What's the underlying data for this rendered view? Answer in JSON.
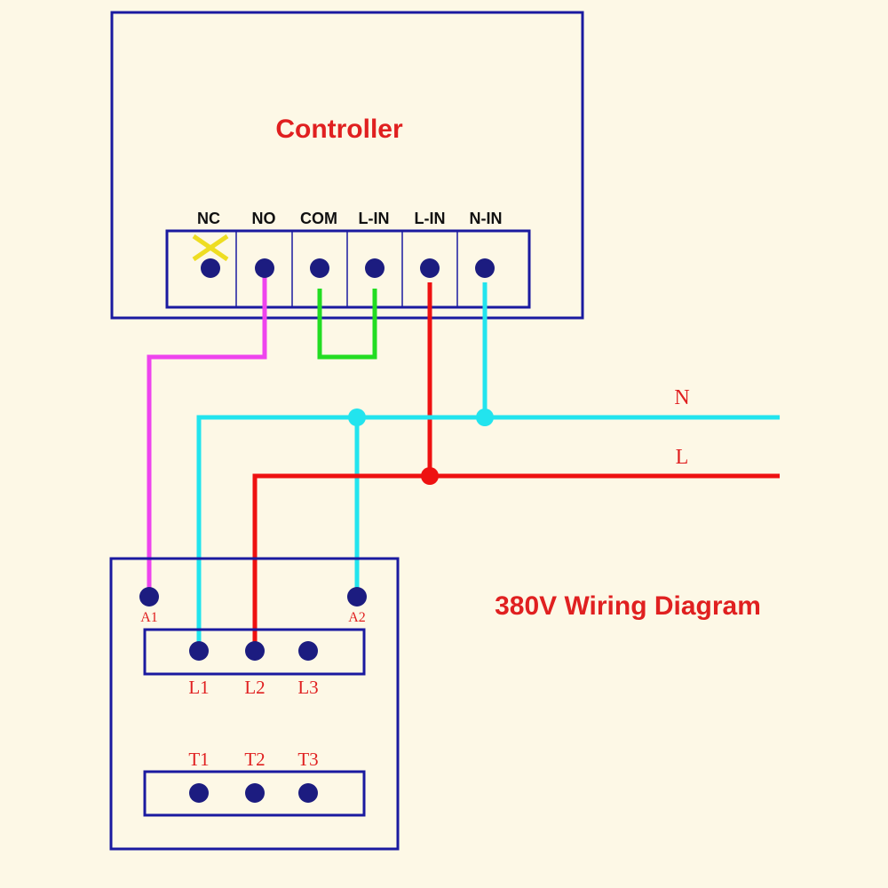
{
  "controller": {
    "title": "Controller",
    "terminals": [
      "NC",
      "NO",
      "COM",
      "L-IN",
      "L-IN",
      "N-IN"
    ]
  },
  "supply": {
    "neutral_label": "N",
    "line_label": "L"
  },
  "contactor": {
    "coil_terminals": [
      "A1",
      "A2"
    ],
    "input_terminals": [
      "L1",
      "L2",
      "L3"
    ],
    "output_terminals": [
      "T1",
      "T2",
      "T3"
    ]
  },
  "diagram_title": "380V Wiring Diagram",
  "colors": {
    "background": "#fdf8e6",
    "outline": "#1a1aa0",
    "title_red": "#e02020",
    "wire_neutral": "#22e4ee",
    "wire_line": "#ee1111",
    "wire_coil": "#ee44ee",
    "wire_bridge": "#22dd22",
    "terminal": "#1c1c80",
    "nc_mark": "#eedd22"
  }
}
